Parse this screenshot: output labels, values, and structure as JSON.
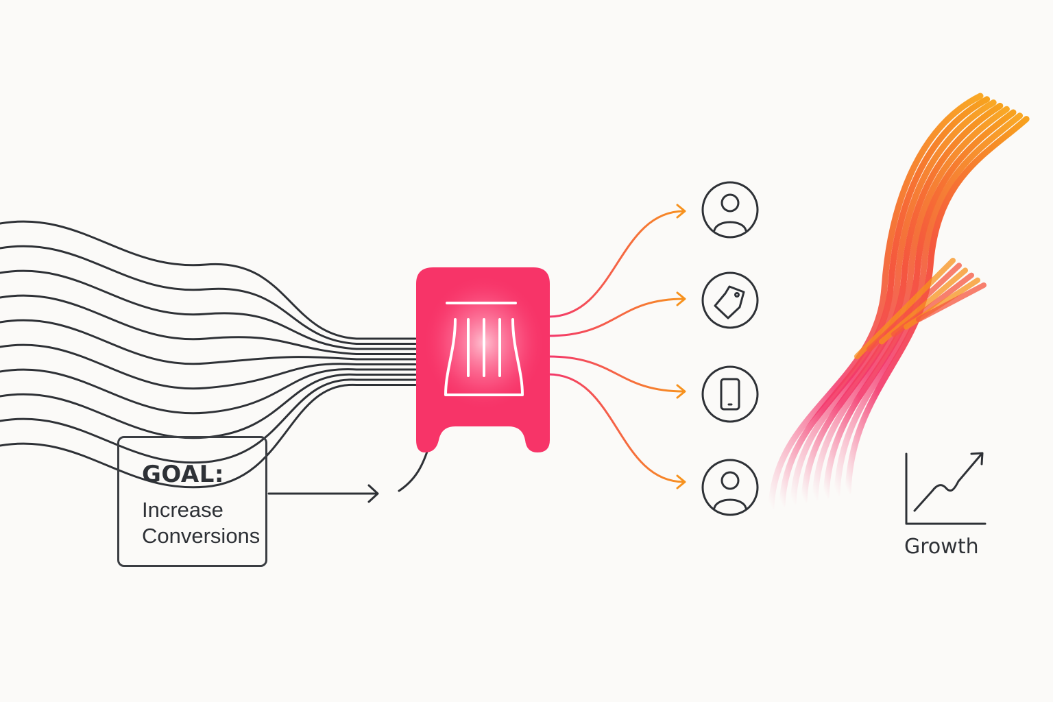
{
  "goal": {
    "heading": "GOAL:",
    "line1": "Increase",
    "line2": "Conversions"
  },
  "growth": {
    "label": "Growth"
  },
  "nodes": [
    {
      "icon": "user-icon"
    },
    {
      "icon": "tag-icon"
    },
    {
      "icon": "mobile-phone-icon"
    },
    {
      "icon": "user-icon"
    }
  ],
  "colors": {
    "background": "#fbfaf8",
    "stroke": "#3a3d42",
    "hub": "#f73468",
    "hub_glow": "#ffb3c6",
    "orange": "#f7921e",
    "pink": "#f3366c"
  }
}
